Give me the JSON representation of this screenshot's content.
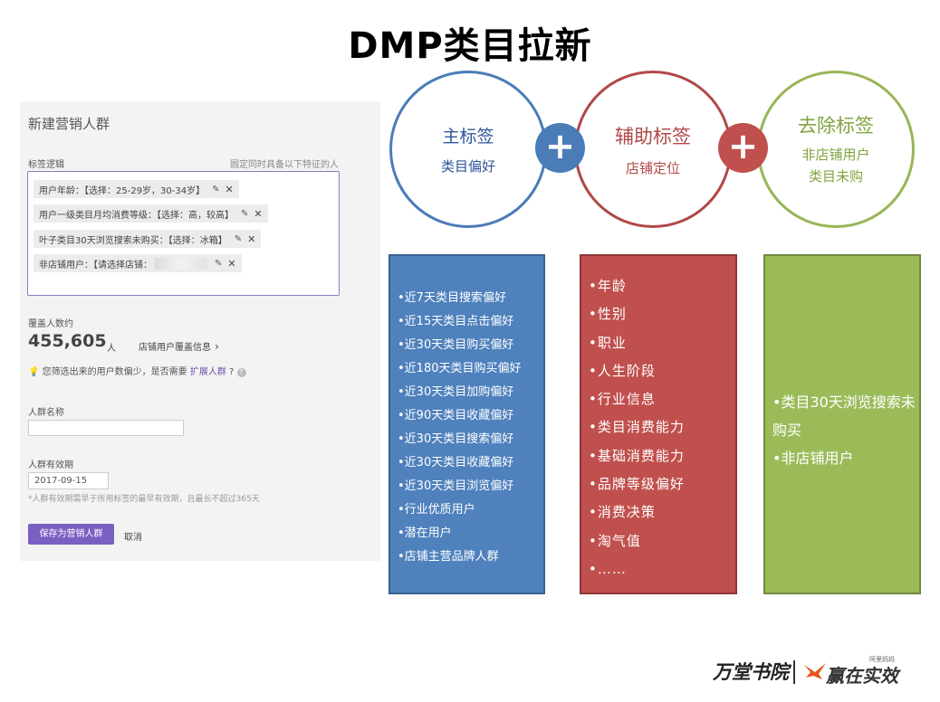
{
  "title": "DMP类目拉新",
  "form": {
    "title": "新建营销人群",
    "logic_label": "标签逻辑",
    "logic_hint": "圆定同时具备以下特征的人",
    "tags": [
      {
        "text": "用户年龄：【选择：25-29岁，30-34岁】"
      },
      {
        "text": "用户一级类目月均消费等级：【选择：高，较高】"
      },
      {
        "text": "叶子类目30天浏览搜索未购买：【选择：冰箱】"
      },
      {
        "text": "非店铺用户：【请选择店铺："
      }
    ],
    "cover_label": "覆盖人数约",
    "cover_value": "455,605",
    "cover_unit": "人",
    "cover_link": "店铺用户覆盖信息",
    "warn_text": "您筛选出来的用户数偏少，是否需要",
    "warn_link": "扩展人群",
    "warn_q": "?",
    "name_label": "人群名称",
    "name_value": "",
    "valid_label": "人群有效期",
    "valid_value": "2017-09-15",
    "note": "*人群有效期需早于所用标签的最早有效期，且最长不超过365天",
    "save_label": "保存为营销人群",
    "cancel_label": "取消"
  },
  "circles": [
    {
      "heading": "主标签",
      "sub": "类目偏好"
    },
    {
      "heading": "辅助标签",
      "sub": "店铺定位"
    },
    {
      "heading": "去除标签",
      "sub1": "非店铺用户",
      "sub2": "类目未购"
    }
  ],
  "plus_symbol": "+",
  "box_blue": [
    "•近7天类目搜索偏好",
    "•近15天类目点击偏好",
    "•近30天类目购买偏好",
    "•近180天类目购买偏好",
    "•近30天类目加购偏好",
    "•近90天类目收藏偏好",
    "•近30天类目搜索偏好",
    "•近30天类目收藏偏好",
    "•近30天类目浏览偏好",
    "•行业优质用户",
    "•潜在用户",
    "•店铺主营品牌人群"
  ],
  "box_red": [
    "•年龄",
    "•性别",
    "•职业",
    "•人生阶段",
    "•行业信息",
    "•类目消费能力",
    "•基础消费能力",
    "•品牌等级偏好",
    "•消费决策",
    "•淘气值",
    "•……"
  ],
  "box_green": [
    "•类目30天浏览搜索未购买",
    "•非店铺用户"
  ],
  "footer": {
    "logo1": "万堂书院",
    "logo2": "赢在实效",
    "logo2_small": "阿里妈妈"
  },
  "colors": {
    "blue": "#4f81bd",
    "red": "#c0504d",
    "green": "#9bbb59",
    "purple": "#7b5fc2"
  }
}
